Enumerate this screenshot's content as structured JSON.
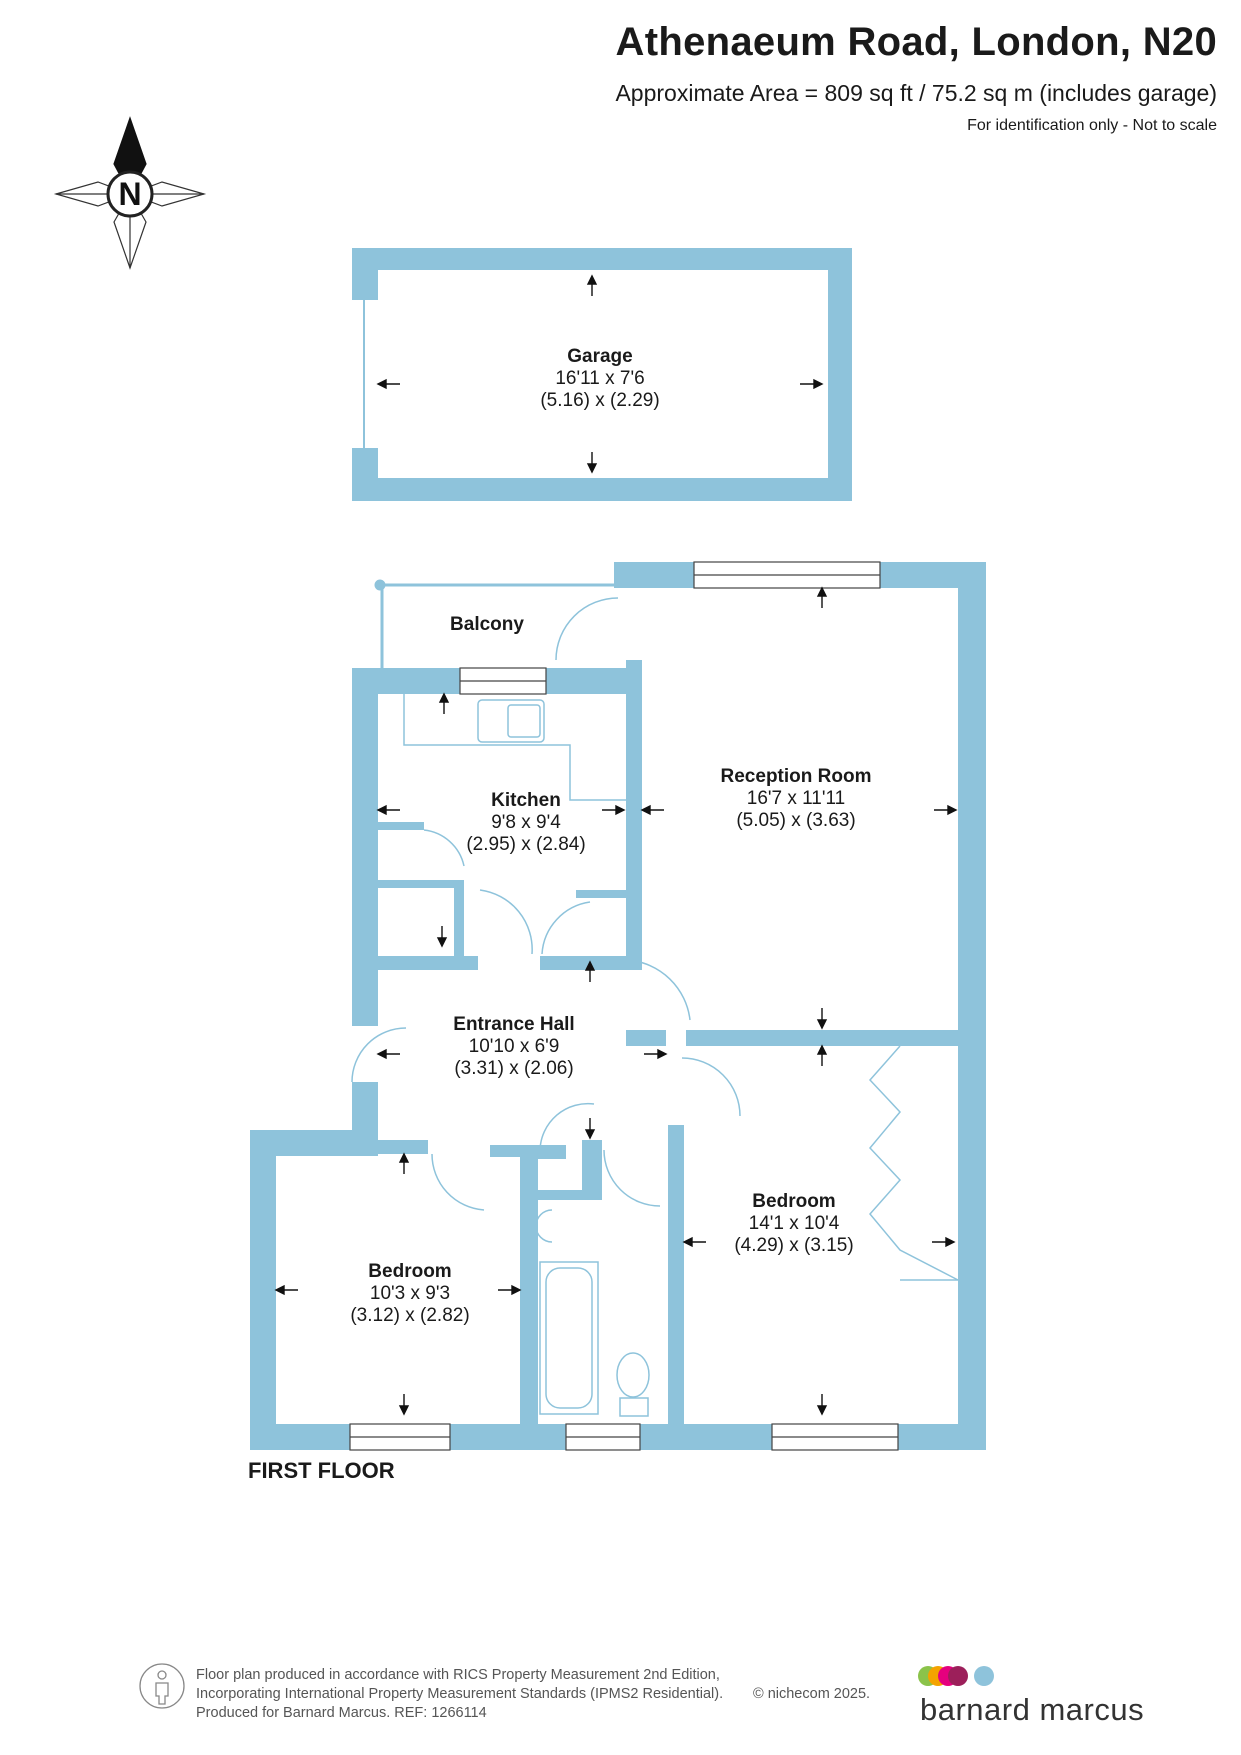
{
  "header": {
    "title": "Athenaeum Road, London, N20",
    "area": "Approximate Area = 809 sq ft / 75.2 sq m (includes garage)",
    "note": "For identification only - Not to scale"
  },
  "compass": {
    "label": "N"
  },
  "rooms": [
    {
      "id": "garage",
      "name": "Garage",
      "dim_imperial": "16'11 x 7'6",
      "dim_metric": "(5.16) x (2.29)"
    },
    {
      "id": "balcony",
      "name": "Balcony"
    },
    {
      "id": "reception",
      "name": "Reception Room",
      "dim_imperial": "16'7 x 11'11",
      "dim_metric": "(5.05) x (3.63)"
    },
    {
      "id": "kitchen",
      "name": "Kitchen",
      "dim_imperial": "9'8 x 9'4",
      "dim_metric": "(2.95) x (2.84)"
    },
    {
      "id": "hall",
      "name": "Entrance Hall",
      "dim_imperial": "10'10 x 6'9",
      "dim_metric": "(3.31) x (2.06)"
    },
    {
      "id": "bedroom1",
      "name": "Bedroom",
      "dim_imperial": "10'3 x 9'3",
      "dim_metric": "(3.12) x (2.82)"
    },
    {
      "id": "bedroom2",
      "name": "Bedroom",
      "dim_imperial": "14'1 x 10'4",
      "dim_metric": "(4.29) x (3.15)"
    }
  ],
  "floor_label": "FIRST FLOOR",
  "footer": {
    "line1": "Floor plan produced in accordance with RICS Property Measurement 2nd Edition,",
    "line2": "Incorporating International Property Measurement Standards (IPMS2 Residential).",
    "line3": "Produced for Barnard Marcus.   REF:  1266114",
    "copyright": "© nichecom 2025.",
    "brand": "barnard marcus"
  },
  "colors": {
    "wall": "#8ec3db",
    "brand_dots": [
      "#8bc34a",
      "#f4a300",
      "#e5007e",
      "#9c1f5a",
      "#8ec3db"
    ]
  }
}
